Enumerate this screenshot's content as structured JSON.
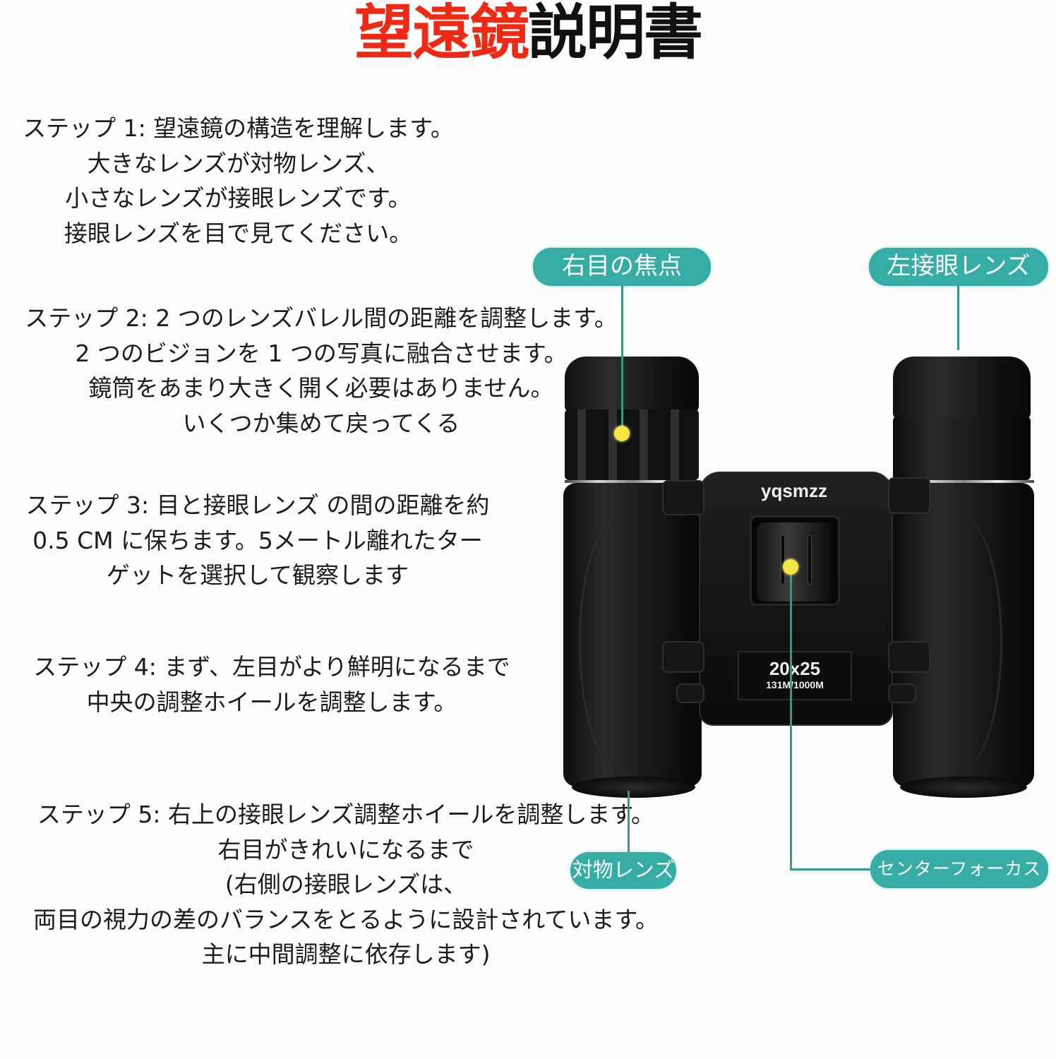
{
  "title": {
    "red_part": "望遠鏡",
    "black_part": "説明書"
  },
  "steps": [
    {
      "lines": [
        "ステップ 1: 望遠鏡の構造を理解します。",
        "大きなレンズが対物レンズ、",
        "小さなレンズが接眼レンズです。",
        "接眼レンズを目で見てください。"
      ]
    },
    {
      "lines": [
        "ステップ 2: 2 つのレンズバレル間の距離を調整します。",
        "2 つのビジョンを 1 つの写真に融合させます。",
        "鏡筒をあまり大きく開く必要はありません。",
        "いくつか集めて戻ってくる"
      ]
    },
    {
      "lines": [
        "ステップ 3: 目と接眼レンズ の間の距離を約",
        "0.5 CM に保ちます。5メートル離れたター",
        "ゲットを選択して観察します"
      ]
    },
    {
      "lines": [
        "ステップ 4: まず、左目がより鮮明になるまで",
        "中央の調整ホイールを調整します。"
      ]
    },
    {
      "lines": [
        "ステップ 5: 右上の接眼レンズ調整ホイールを調整します。",
        "右目がきれいになるまで",
        "(右側の接眼レンズは、",
        "両目の視力の差のバランスをとるように設計されています。",
        "主に中間調整に依存します)"
      ]
    }
  ],
  "callouts": {
    "right_eye_focus": "右目の焦点",
    "left_eyepiece": "左接眼レンズ",
    "objective_lens": "対物レンズ",
    "center_focus": "センターフォーカス"
  },
  "product": {
    "brand": "yqsmzz",
    "model": "20x25",
    "field_of_view": "131M/1000M"
  },
  "colors": {
    "title_red": "#ef2a14",
    "callout_teal": "#35ada5",
    "marker_yellow": "#f4e645"
  }
}
